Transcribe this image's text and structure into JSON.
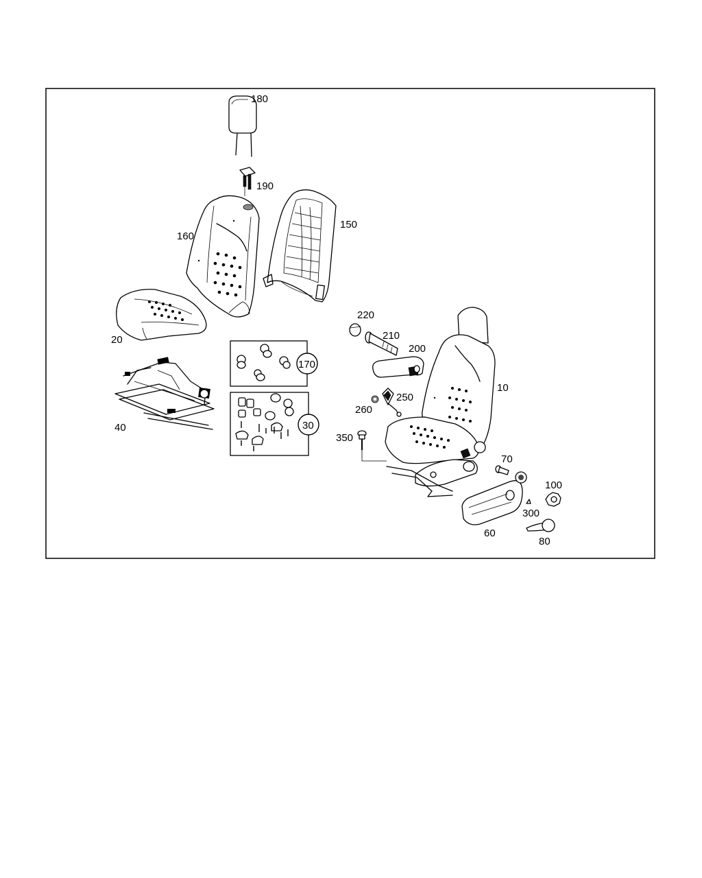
{
  "diagram": {
    "callouts": [
      {
        "id": "180",
        "text": "180"
      },
      {
        "id": "190",
        "text": "190"
      },
      {
        "id": "160",
        "text": "160"
      },
      {
        "id": "150",
        "text": "150"
      },
      {
        "id": "20",
        "text": "20"
      },
      {
        "id": "40",
        "text": "40"
      },
      {
        "id": "170",
        "text": "170"
      },
      {
        "id": "30",
        "text": "30"
      },
      {
        "id": "220",
        "text": "220"
      },
      {
        "id": "210",
        "text": "210"
      },
      {
        "id": "200",
        "text": "200"
      },
      {
        "id": "250",
        "text": "250"
      },
      {
        "id": "260",
        "text": "260"
      },
      {
        "id": "350",
        "text": "350"
      },
      {
        "id": "10",
        "text": "10"
      },
      {
        "id": "70",
        "text": "70"
      },
      {
        "id": "100",
        "text": "100"
      },
      {
        "id": "300",
        "text": "300"
      },
      {
        "id": "60",
        "text": "60"
      },
      {
        "id": "80",
        "text": "80"
      }
    ]
  }
}
